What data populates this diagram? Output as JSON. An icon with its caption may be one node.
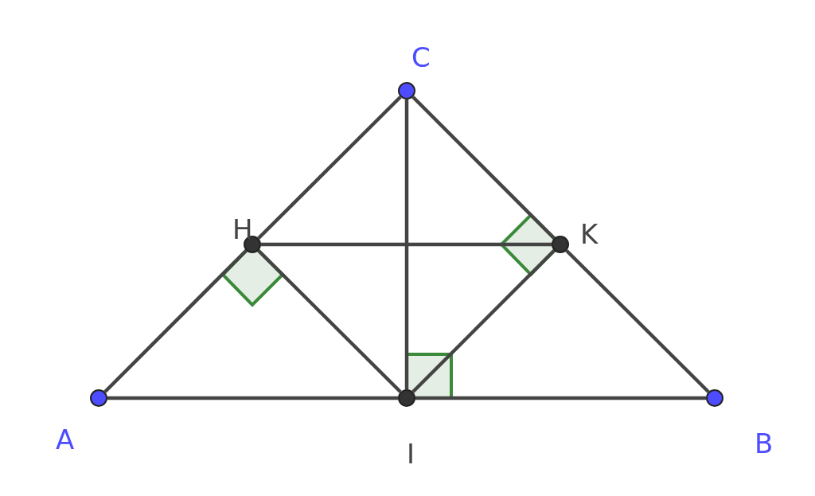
{
  "diagram": {
    "nodes": [
      {
        "text": [],
        "shape": "circle",
        "beside": [
          "C"
        ]
      },
      {
        "text": [],
        "shape": "circle",
        "beside": [
          "H"
        ]
      },
      {
        "text": [],
        "shape": "circle",
        "beside": [
          "K"
        ]
      },
      {
        "text": [],
        "shape": "circle",
        "beside": [
          "A"
        ]
      },
      {
        "text": [],
        "shape": "circle",
        "beside": [
          "I"
        ]
      },
      {
        "text": [],
        "shape": "circle",
        "beside": [
          "B"
        ]
      }
    ],
    "edges": [
      {
        "from": 3,
        "to": 1,
        "arrow": "none"
      },
      {
        "from": 1,
        "to": 0,
        "arrow": "none"
      },
      {
        "from": 0,
        "to": 2,
        "arrow": "none"
      },
      {
        "from": 2,
        "to": 5,
        "arrow": "none"
      },
      {
        "from": 3,
        "to": 4,
        "arrow": "none"
      },
      {
        "from": 4,
        "to": 5,
        "arrow": "none"
      },
      {
        "from": 0,
        "to": 4,
        "arrow": "none"
      },
      {
        "from": 1,
        "to": 2,
        "arrow": "none"
      },
      {
        "from": 1,
        "to": 4,
        "arrow": "none"
      },
      {
        "from": 4,
        "to": 2,
        "arrow": "none"
      }
    ]
  }
}
